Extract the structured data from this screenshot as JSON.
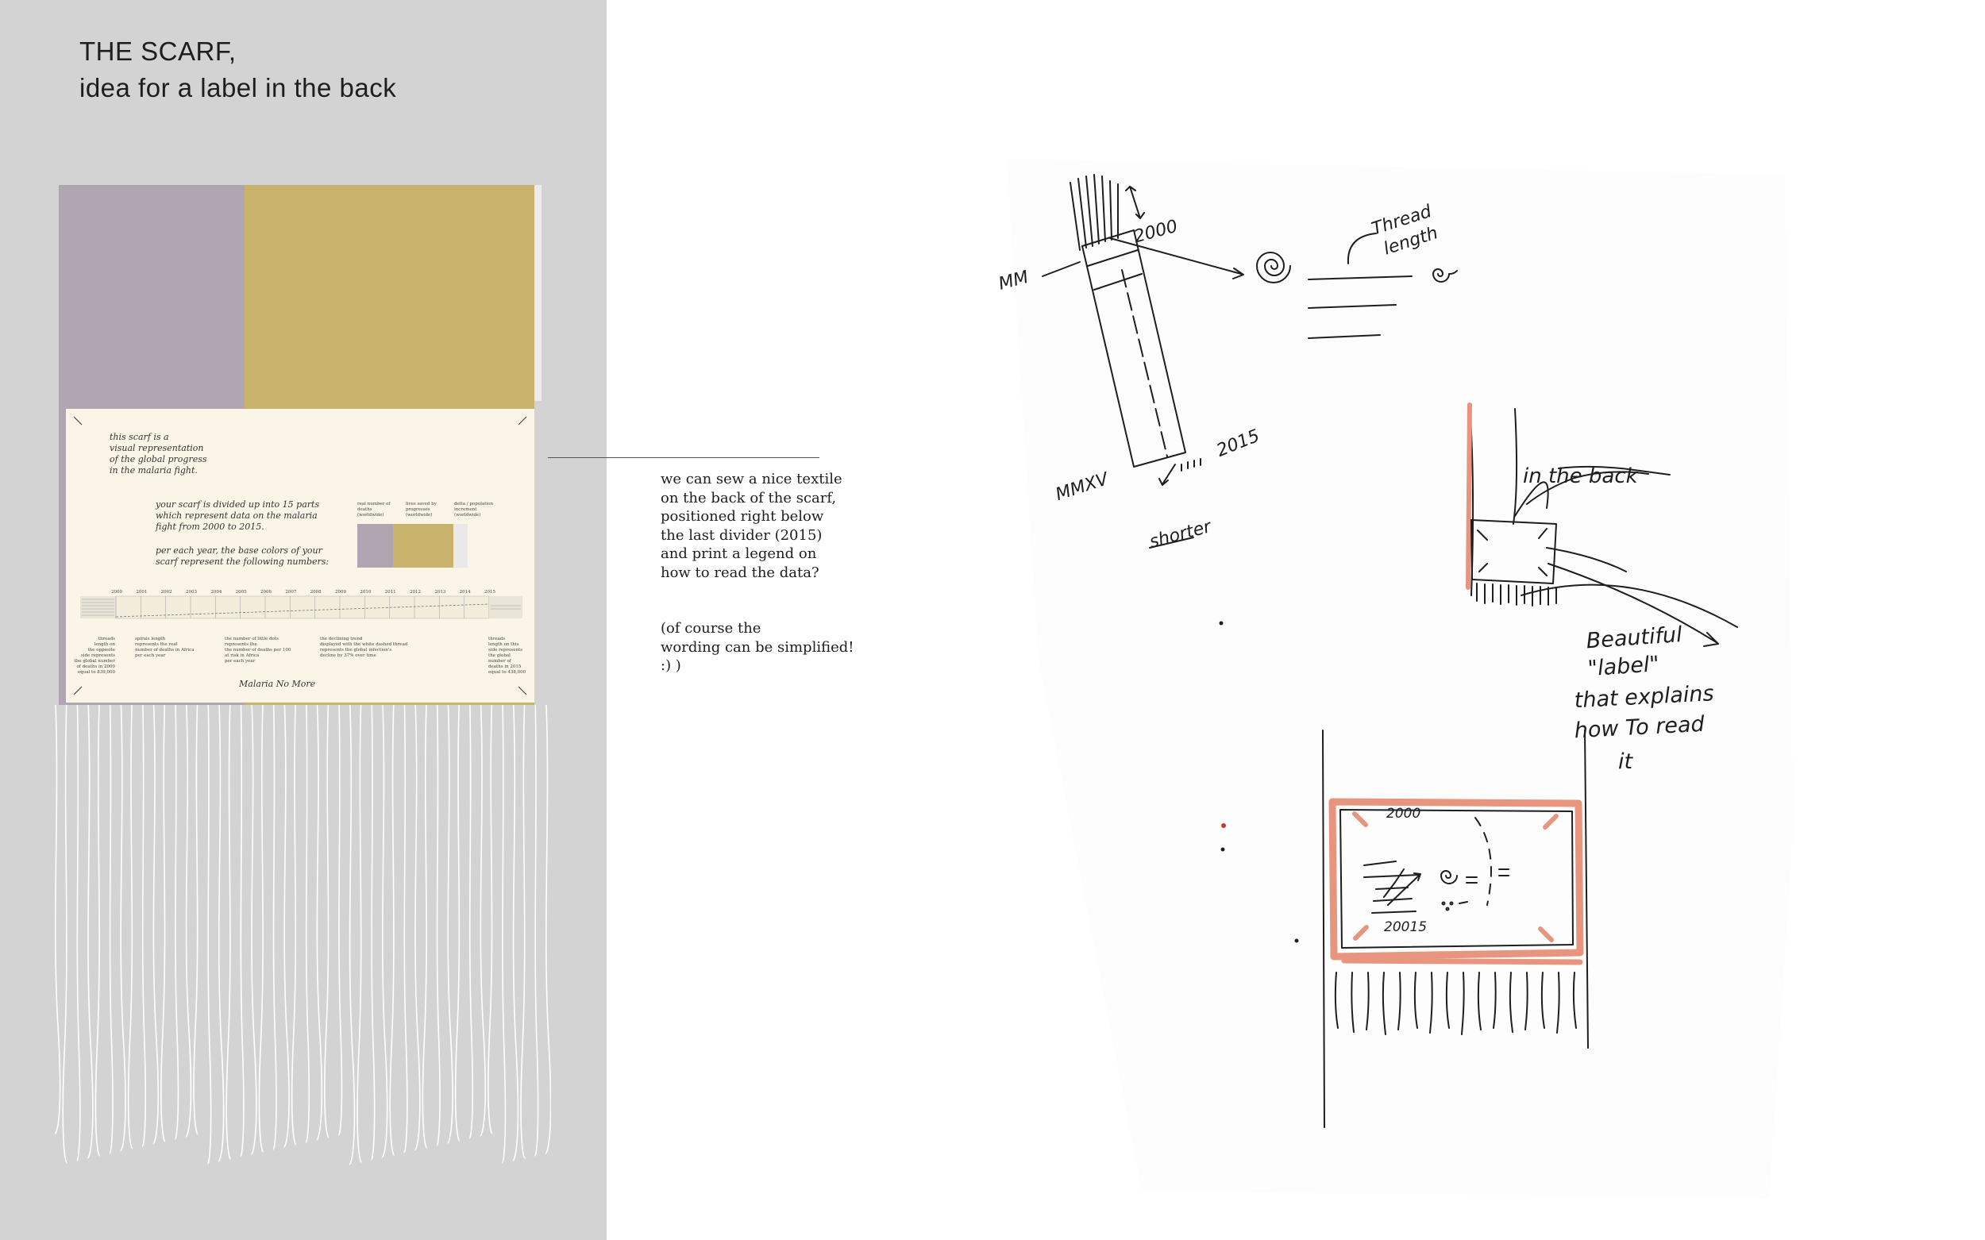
{
  "title": {
    "line1": "THE SCARF,",
    "line2": "idea for a label in the back"
  },
  "label": {
    "intro": [
      "this scarf is a",
      "visual representation",
      "of the global progress",
      "in the malaria fight."
    ],
    "divided": [
      "your scarf is divided up into 15 parts",
      "which represent data on the malaria",
      "fight from 2000 to 2015."
    ],
    "colors": [
      "per each year, the base colors of your",
      "scarf represent the following numbers:"
    ],
    "legend": [
      {
        "label": [
          "real number of",
          "deaths",
          "(worldwide)"
        ],
        "color": "#afa6b2"
      },
      {
        "label": [
          "lives saved by",
          "progresses",
          "(worldwide)"
        ],
        "color": "#c9b36c"
      },
      {
        "label": [
          "delta / population",
          "increment",
          "(worldwide)"
        ],
        "color": "#e9e9e9"
      }
    ],
    "years": [
      "2000",
      "2001",
      "2002",
      "2003",
      "2004",
      "2005",
      "2006",
      "2007",
      "2008",
      "2009",
      "2010",
      "2011",
      "2012",
      "2013",
      "2014",
      "2015"
    ],
    "annotations": [
      [
        "threads",
        "length on",
        "the opposite",
        "side represents",
        "the global number",
        "of deaths in 2000",
        "equal to 839,000"
      ],
      [
        "spirals length",
        "represents the real",
        "number of deaths in Africa",
        "per each year"
      ],
      [
        "the number of little dots",
        "represents the",
        "the number of deaths per 100",
        "at risk in Africa",
        "per each year"
      ],
      [
        "the declining trend",
        "displayed with the white dashed thread",
        "represents the global infection's",
        "decline by 37% over time"
      ],
      [
        "threads",
        "length on this",
        "side represents",
        "the global",
        "number of",
        "deaths in 2015",
        "equal to 438,000"
      ]
    ],
    "footer": "Malaria No More"
  },
  "notes": {
    "paragraph1": [
      "we can sew a nice textile",
      "on the back of the scarf,",
      "positioned right below",
      "the last divider (2015)",
      "and print a legend on",
      "how to read the data?"
    ],
    "paragraph2": [
      "(of course the",
      "wording can be simplified!",
      ":) )"
    ]
  },
  "sketch": {
    "mm": "MM",
    "year_start": "2000",
    "thread_length": [
      "Thread",
      "length"
    ],
    "mmxv": "MMXV",
    "year_end": "2015",
    "shorter": "shorter",
    "in_the_back": "in the back",
    "beautiful_label": [
      "Beautiful",
      "\"label\"",
      "that explains",
      "how To read",
      "it"
    ],
    "label_2000": "2000",
    "label_2015": "20015"
  },
  "colors": {
    "purple": "#afa6b2",
    "gold": "#c9b36c",
    "cream": "#faf5e6",
    "salmon": "#e8957f",
    "panel": "#d3d3d3"
  }
}
